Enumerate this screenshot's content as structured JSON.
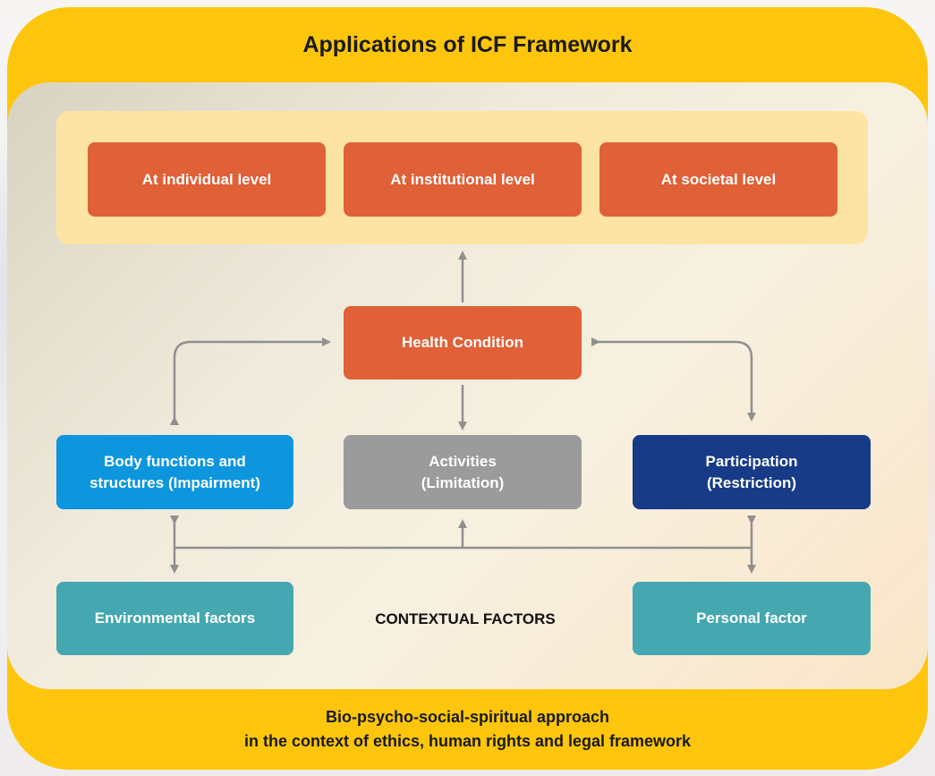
{
  "title": "Applications of ICF Framework",
  "levels": [
    "At individual level",
    "At institutional level",
    "At societal level"
  ],
  "health_condition": "Health Condition",
  "components": {
    "body": [
      "Body functions and",
      "structures (Impairment)"
    ],
    "activities": [
      "Activities",
      "(Limitation)"
    ],
    "participation": [
      "Participation",
      "(Restriction)"
    ]
  },
  "factors": {
    "environmental": "Environmental factors",
    "contextual": "CONTEXTUAL FACTORS",
    "personal": "Personal factor"
  },
  "footer": [
    "Bio-psycho-social-spiritual approach",
    "in the context of ethics, human rights and legal framework"
  ],
  "colors": {
    "frame": "#fdc60c",
    "panel": "#fde4a4",
    "orange": "#e06038",
    "blue": "#0d96de",
    "grey": "#9b9b9b",
    "navy": "#173b87",
    "teal": "#45a7b0",
    "arrow": "#8f8f8f"
  }
}
